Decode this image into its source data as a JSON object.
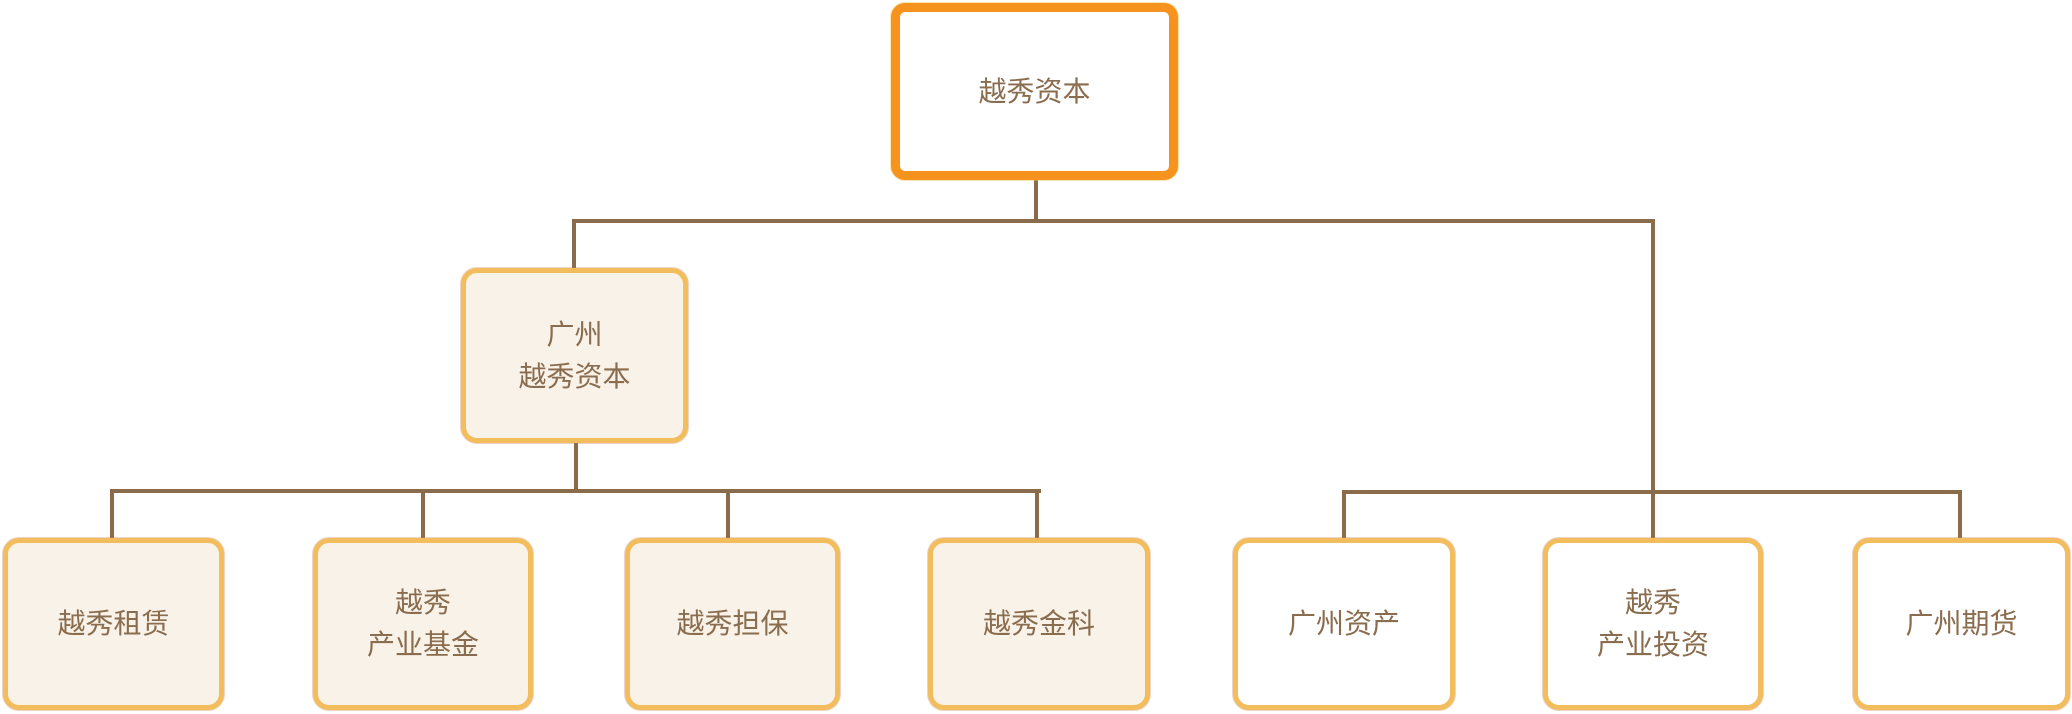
{
  "colors": {
    "root_border": "#F6921E",
    "child_border": "#F2BD5C",
    "fill_cream": "#F9F2E8",
    "fill_white": "#FFFFFF",
    "connector": "#8A6C4A",
    "text": "#8A6C4E"
  },
  "nodes": {
    "root": "越秀资本",
    "guangzhou_yuexiu_capital": "广州\n越秀资本",
    "yuexiu_leasing": "越秀租赁",
    "yuexiu_industrial_fund": "越秀\n产业基金",
    "yuexiu_guarantee": "越秀担保",
    "yuexiu_fintech": "越秀金科",
    "guangzhou_assets": "广州资产",
    "yuexiu_industrial_investment": "越秀\n产业投资",
    "guangzhou_futures": "广州期货"
  }
}
